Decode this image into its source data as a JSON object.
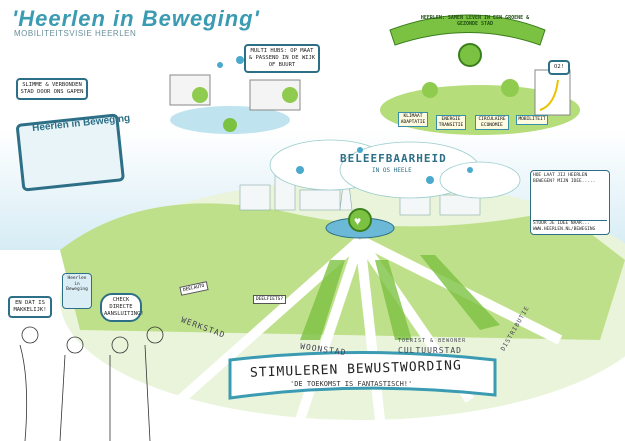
{
  "header": {
    "title": "'Heerlen in Beweging'",
    "subtitle": "MOBILITEITSVISIE HEERLEN"
  },
  "bubbles": {
    "smart_city": "SLIMME & VERBONDEN STAD DOOR ONS GAPEN",
    "multi_hubs": "MULTI HUBS: OP MAAT & PASSEND IN DE WIJK OF BUURT",
    "makkelijk": "EN DAT IS MAKKELIJK!",
    "check": "CHECK DIRECTE AANSLUITING!",
    "o2": "O2!",
    "idea_question": "HOE LAAT JIJ HEERLEN BEWEGEN? MIJN IDEE.....",
    "idea_footer": "STUUR JE IDEE NAAR... WWW.HEERLEN.NL/BEWEGING"
  },
  "tablet": {
    "title": "Heerlen in Beweging",
    "sign": "Heerlen in Beweging"
  },
  "green_banner": "HEERLEN: SAMEN LEVEN IN EEN GROENE & GEZONDE STAD",
  "puzzle_pieces": [
    "KLIMAAT ADAPTATIE",
    "ENERGIE TRANSITIE",
    "CIRCULAIRE ECONOMIE",
    "MOBILITEIT"
  ],
  "cloud": {
    "title": "BELEEFBAARHEID",
    "subtitle": "IN OS HEELE"
  },
  "signs": {
    "deelauto": "DEELAUTO",
    "deelfiets": "DEELFIETS?"
  },
  "districts": [
    "WERKSTAD",
    "WOONSTAD",
    "TOERIST & BEWONER",
    "CULTUURSTAD",
    "DISTRIBUTIE"
  ],
  "bottom_banner": {
    "title": "STIMULEREN BEWUSTWORDING",
    "subtitle": "'DE TOEKOMST IS FANTASTISCH!'"
  },
  "colors": {
    "teal": "#3a9bb2",
    "green": "#7cc242",
    "sky": "#d9edf5"
  }
}
